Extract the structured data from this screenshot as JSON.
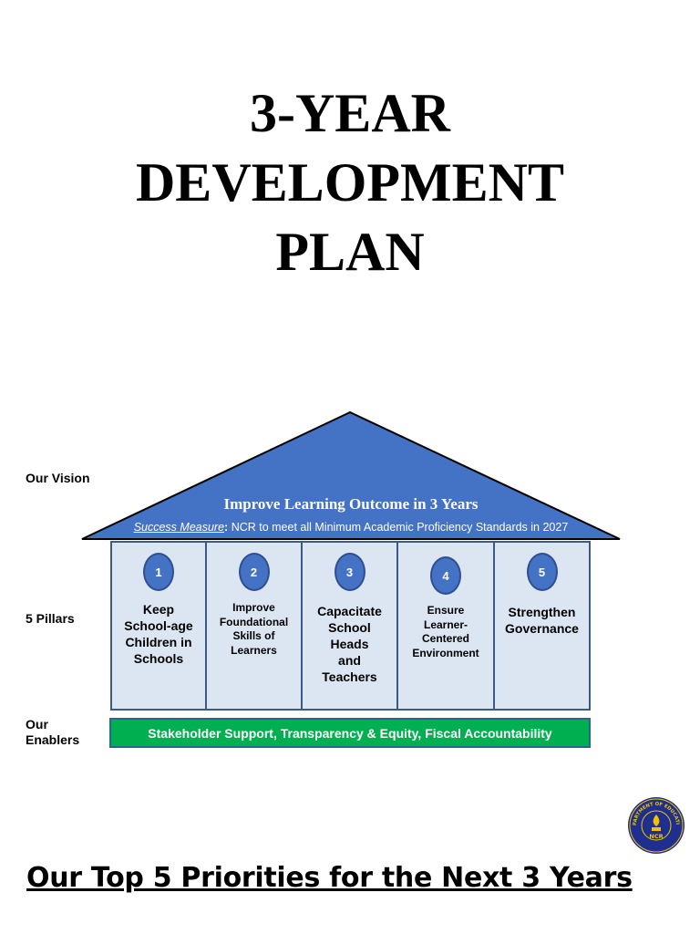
{
  "title_lines": [
    "3-YEAR",
    "DEVELOPMENT",
    "PLAN"
  ],
  "side_labels": {
    "vision": "Our Vision",
    "pillars": "5 Pillars",
    "enablers_line1": "Our",
    "enablers_line2": "Enablers"
  },
  "roof": {
    "title": "Improve Learning Outcome in 3 Years",
    "measure_label": "Success Measure",
    "measure_colon": ":",
    "measure_text": " NCR to meet all Minimum Academic Proficiency Standards in 2027"
  },
  "pillars": [
    {
      "number": "1",
      "lines": [
        "Keep",
        "School-age",
        "Children in",
        "Schools"
      ]
    },
    {
      "number": "2",
      "lines": [
        "Improve",
        "Foundational",
        "Skills of",
        "Learners"
      ]
    },
    {
      "number": "3",
      "lines": [
        "Capacitate",
        "School",
        "Heads",
        "and",
        "Teachers"
      ]
    },
    {
      "number": "4",
      "lines": [
        "Ensure",
        "Learner-",
        "Centered",
        "Environment"
      ]
    },
    {
      "number": "5",
      "lines": [
        "Strengthen",
        "Governance"
      ]
    }
  ],
  "enablers": "Stakeholder Support, Transparency & Equity, Fiscal Accountability",
  "logo_icon": "department-of-education-seal-icon",
  "logo_text": "DEPARTMENT OF EDUCATION",
  "logo_center": "NCR",
  "priorities_heading": "Our Top 5 Priorities for the Next 3 Years",
  "colors": {
    "roof": "#4472c4",
    "pillar_fill": "#dce6f2",
    "enablers": "#00b050"
  }
}
